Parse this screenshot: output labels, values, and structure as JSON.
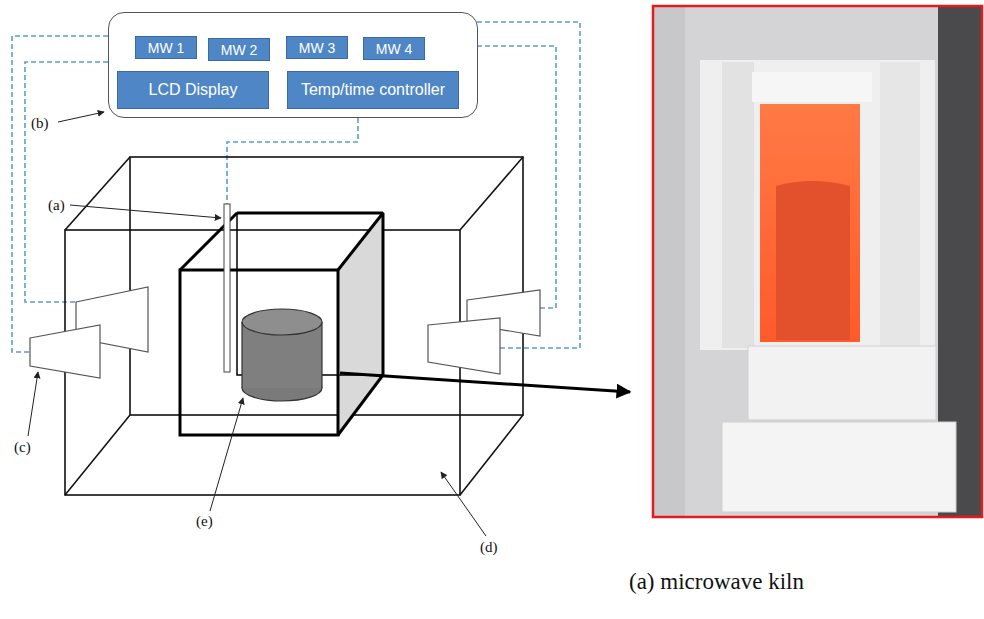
{
  "diagram": {
    "caption": "(a) microwave kiln",
    "nodes": [
      {
        "text": []
      },
      {
        "text": [
          "MW 1"
        ],
        "in": 0
      },
      {
        "text": [
          "MW 2"
        ],
        "in": 0
      },
      {
        "text": [
          "MW 3"
        ],
        "in": 0
      },
      {
        "text": [
          "MW 4"
        ],
        "in": 0
      },
      {
        "text": [
          "LCD Display"
        ],
        "in": 0
      },
      {
        "text": [
          "Temp/time controller"
        ],
        "in": 0
      }
    ],
    "labels": [
      "(b)",
      "(a)",
      "(c)",
      "(e)",
      "(d)"
    ]
  }
}
